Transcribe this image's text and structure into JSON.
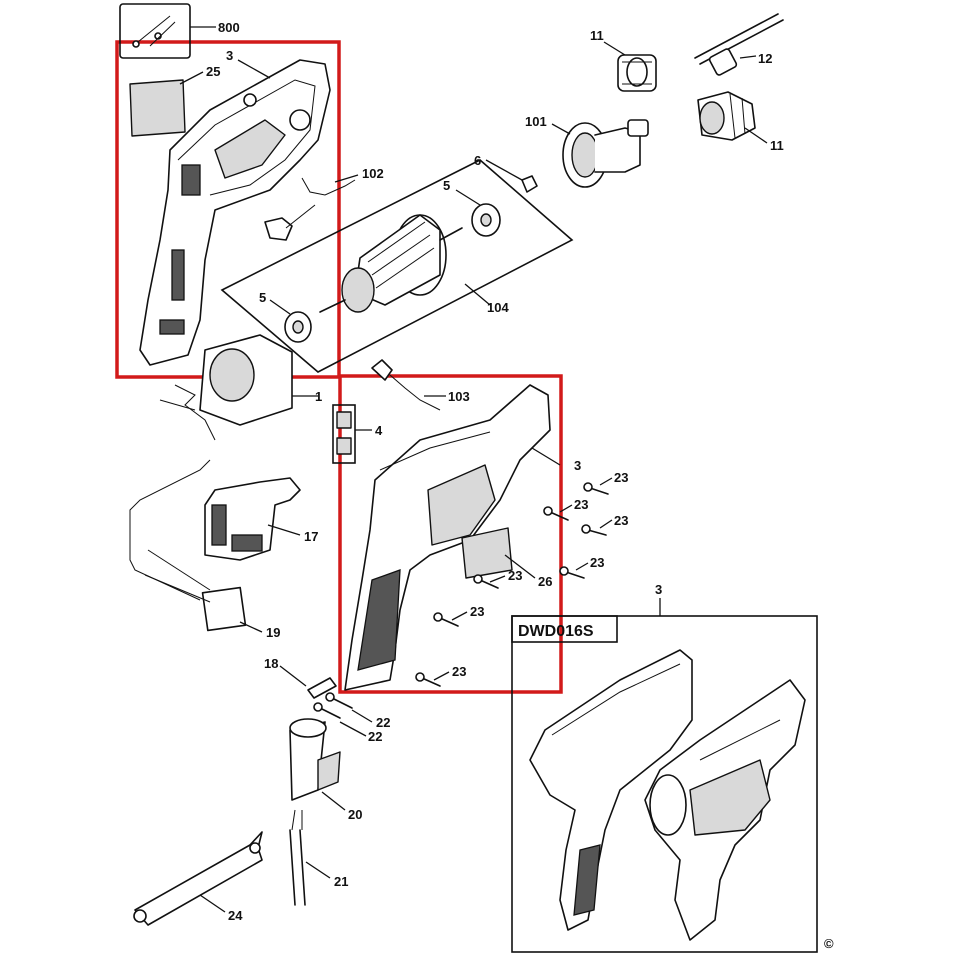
{
  "diagram": {
    "model_label": "DWD016S",
    "copyright_symbol": "©",
    "highlight_color": "#d21a1a",
    "callouts": {
      "c800": "800",
      "c3_top": "3",
      "c25": "25",
      "c102": "102",
      "c11_top": "11",
      "c12": "12",
      "c101": "101",
      "c11_right": "11",
      "c6": "6",
      "c5_top": "5",
      "c5_left": "5",
      "c104": "104",
      "c1": "1",
      "c103": "103",
      "c4": "4",
      "c3_mid": "3",
      "c23_a": "23",
      "c23_b": "23",
      "c23_c": "23",
      "c23_d": "23",
      "c23_e": "23",
      "c23_f": "23",
      "c23_g": "23",
      "c26": "26",
      "c17": "17",
      "c19": "19",
      "c3_box": "3",
      "c18": "18",
      "c22_a": "22",
      "c22_b": "22",
      "c20": "20",
      "c21": "21",
      "c24": "24"
    }
  }
}
